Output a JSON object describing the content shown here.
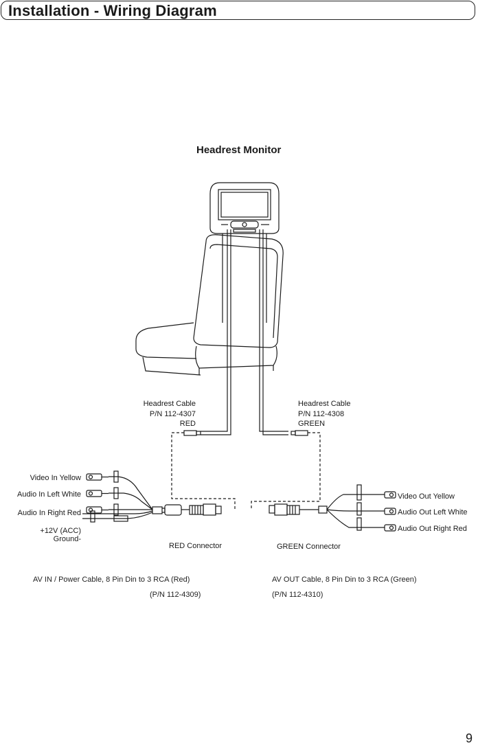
{
  "page": {
    "title": "Installation - Wiring Diagram",
    "page_number": "9"
  },
  "diagram": {
    "heading": "Headrest Monitor",
    "left_cable": {
      "line1": "Headrest Cable",
      "line2": "P/N 112-4307",
      "line3": "RED"
    },
    "right_cable": {
      "line1": "Headrest Cable",
      "line2": "P/N 112-4308",
      "line3": "GREEN"
    },
    "inputs": {
      "video": "Video In Yellow",
      "audio_left": "Audio In Left White",
      "audio_right": "Audio In Right Red",
      "power": "+12V (ACC)",
      "ground": "Ground-"
    },
    "outputs": {
      "video": "Video Out Yellow",
      "audio_left": "Audio Out Left White",
      "audio_right": "Audio Out Right Red"
    },
    "red_connector": "RED Connector",
    "green_connector": "GREEN Connector",
    "captions": {
      "av_in": "AV IN /  Power Cable, 8 Pin Din to 3 RCA (Red)",
      "av_in_pn": "(P/N 112-4309)",
      "av_out": "AV OUT Cable, 8 Pin Din to 3 RCA (Green)",
      "av_out_pn": "(P/N 112-4310)"
    }
  }
}
